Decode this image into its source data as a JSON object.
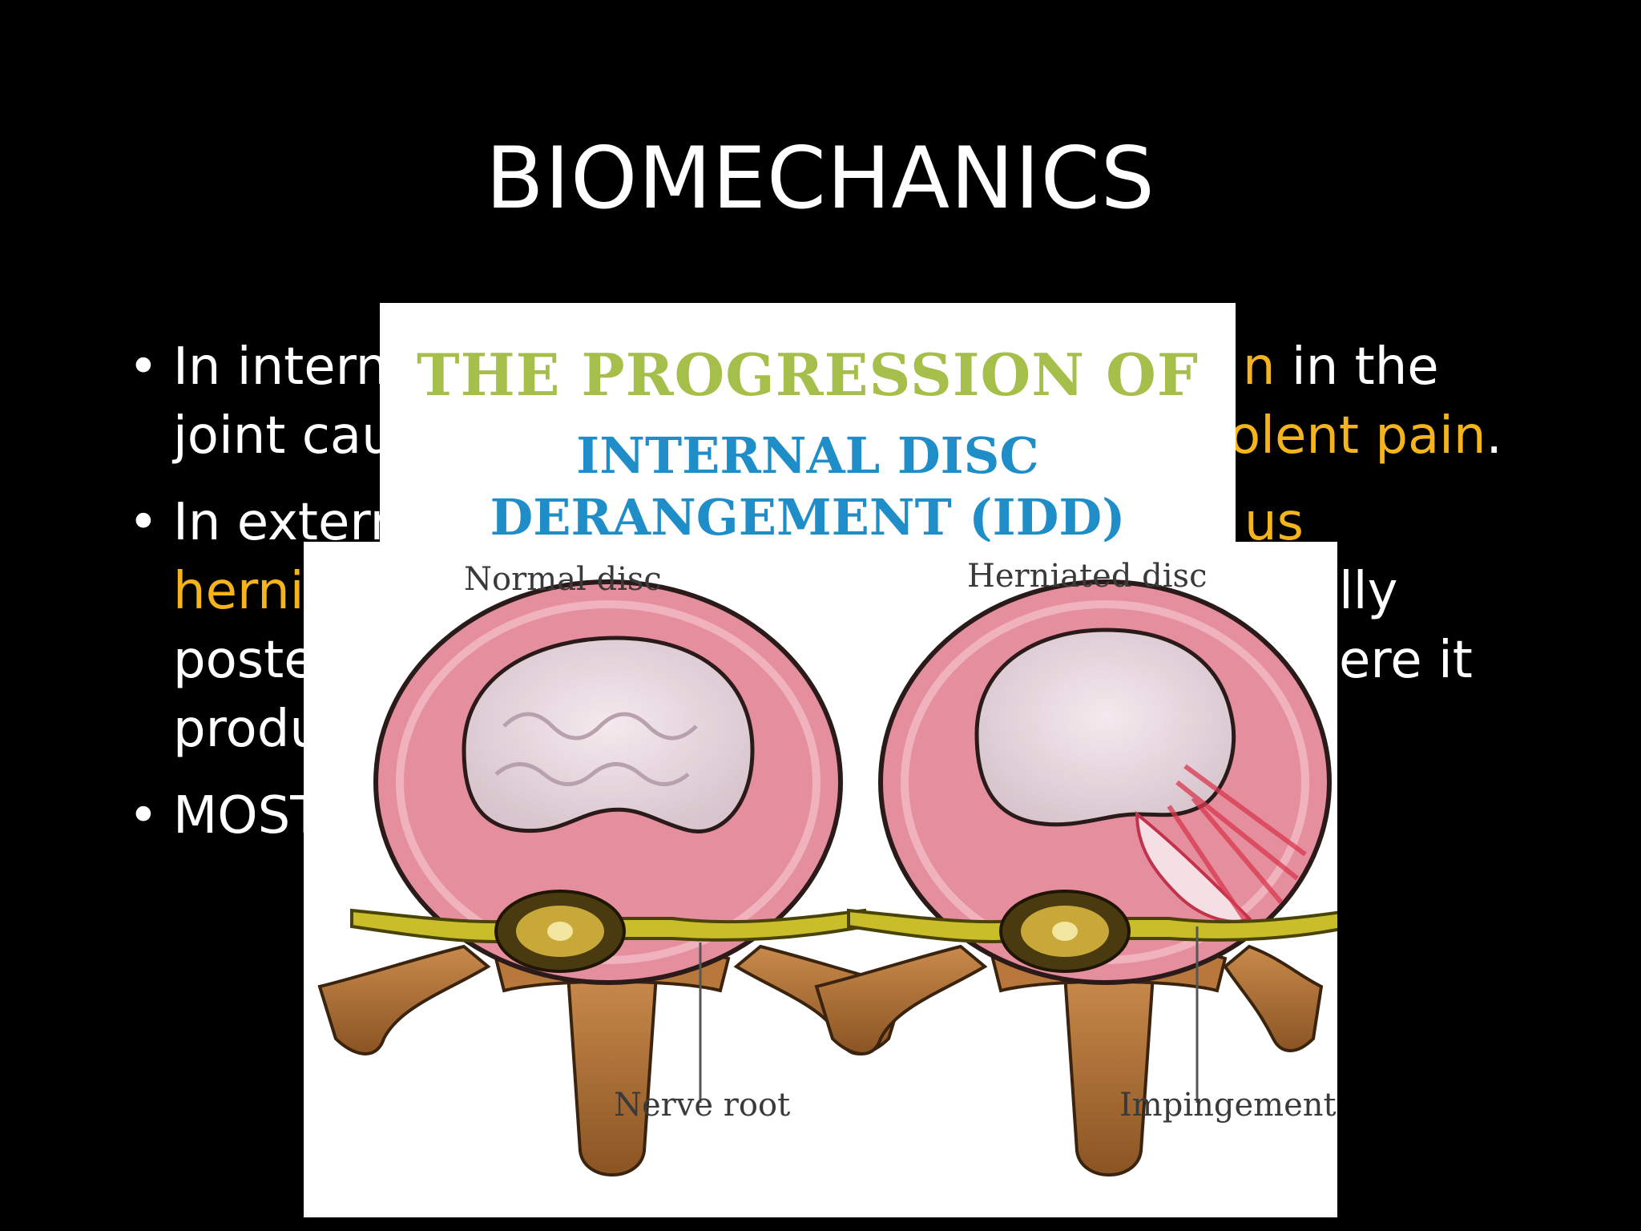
{
  "slide": {
    "title": "BIOMECHANICS"
  },
  "bullets": [
    {
      "parts": [
        {
          "text": "In intern",
          "hl": false
        }
      ],
      "line1_end": [
        {
          "text": "n",
          "hl": true
        },
        {
          "text": " in the",
          "hl": false
        }
      ],
      "line2_start": "joint cau",
      "line2_end": [
        {
          "text": "olent pain",
          "hl": true
        },
        {
          "text": ".",
          "hl": false
        }
      ]
    },
    {
      "line1_start": "In extern",
      "line1_end": [
        {
          "text": "us",
          "hl": true
        }
      ],
      "line2_start_hl": "herni",
      "line2_end": "lly",
      "line3_start": "poste",
      "line3_end": "ere it",
      "line4_start": "produ"
    },
    {
      "line1_start": "MOST"
    }
  ],
  "image_top": {
    "line1": "THE PROGRESSION OF",
    "line2": "INTERNAL DISC",
    "line3": "DERANGEMENT (IDD)"
  },
  "image_main": {
    "label_normal": "Normal disc",
    "label_herniated": "Herniated disc",
    "label_nerve_root": "Nerve root",
    "label_impingement": "Impingement"
  },
  "colors": {
    "highlight": "#f4b41a",
    "idd_green": "#a6bf4b",
    "idd_blue": "#1f8ec8"
  }
}
